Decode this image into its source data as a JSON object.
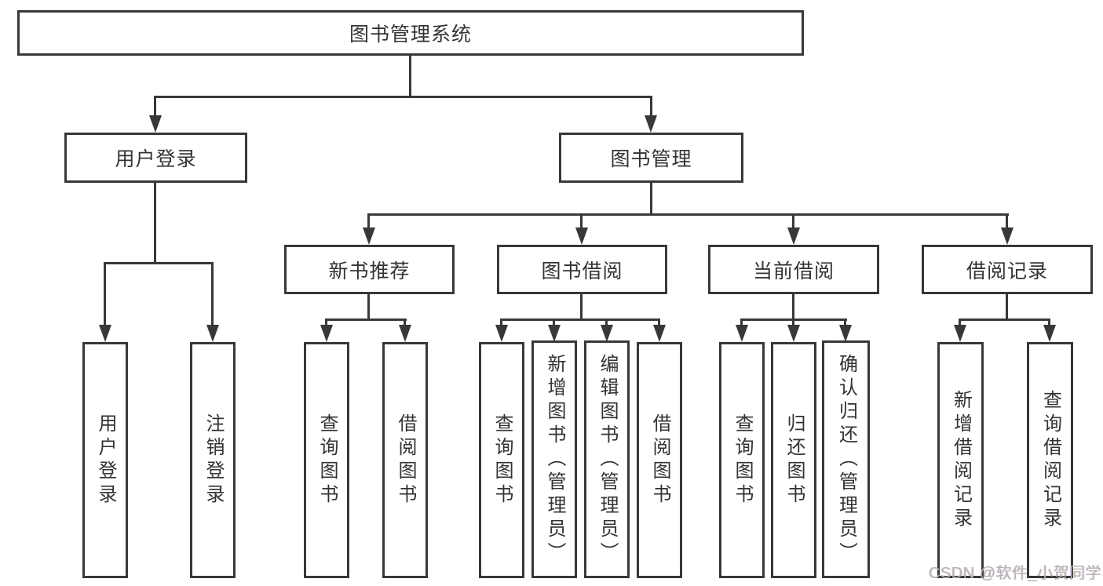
{
  "diagram": {
    "root": {
      "label": "图书管理系统"
    },
    "level2": [
      {
        "label": "用户登录"
      },
      {
        "label": "图书管理"
      }
    ],
    "level3": [
      {
        "label": "新书推荐"
      },
      {
        "label": "图书借阅"
      },
      {
        "label": "当前借阅"
      },
      {
        "label": "借阅记录"
      }
    ],
    "leaves": [
      {
        "label": "用户登录"
      },
      {
        "label": "注销登录"
      },
      {
        "label": "查询图书"
      },
      {
        "label": "借阅图书"
      },
      {
        "label": "查询图书"
      },
      {
        "label": "新增图书（管理员）"
      },
      {
        "label": "编辑图书（管理员）"
      },
      {
        "label": "借阅图书"
      },
      {
        "label": "查询图书"
      },
      {
        "label": "归还图书"
      },
      {
        "label": "确认归还（管理员）"
      },
      {
        "label": "新增借阅记录"
      },
      {
        "label": "查询借阅记录"
      }
    ],
    "watermark": "CSDN @软件_小贺同学",
    "colors": {
      "line": "#383838",
      "text": "#333333",
      "background": "#ffffff",
      "watermark": "#b5b2b2"
    }
  }
}
